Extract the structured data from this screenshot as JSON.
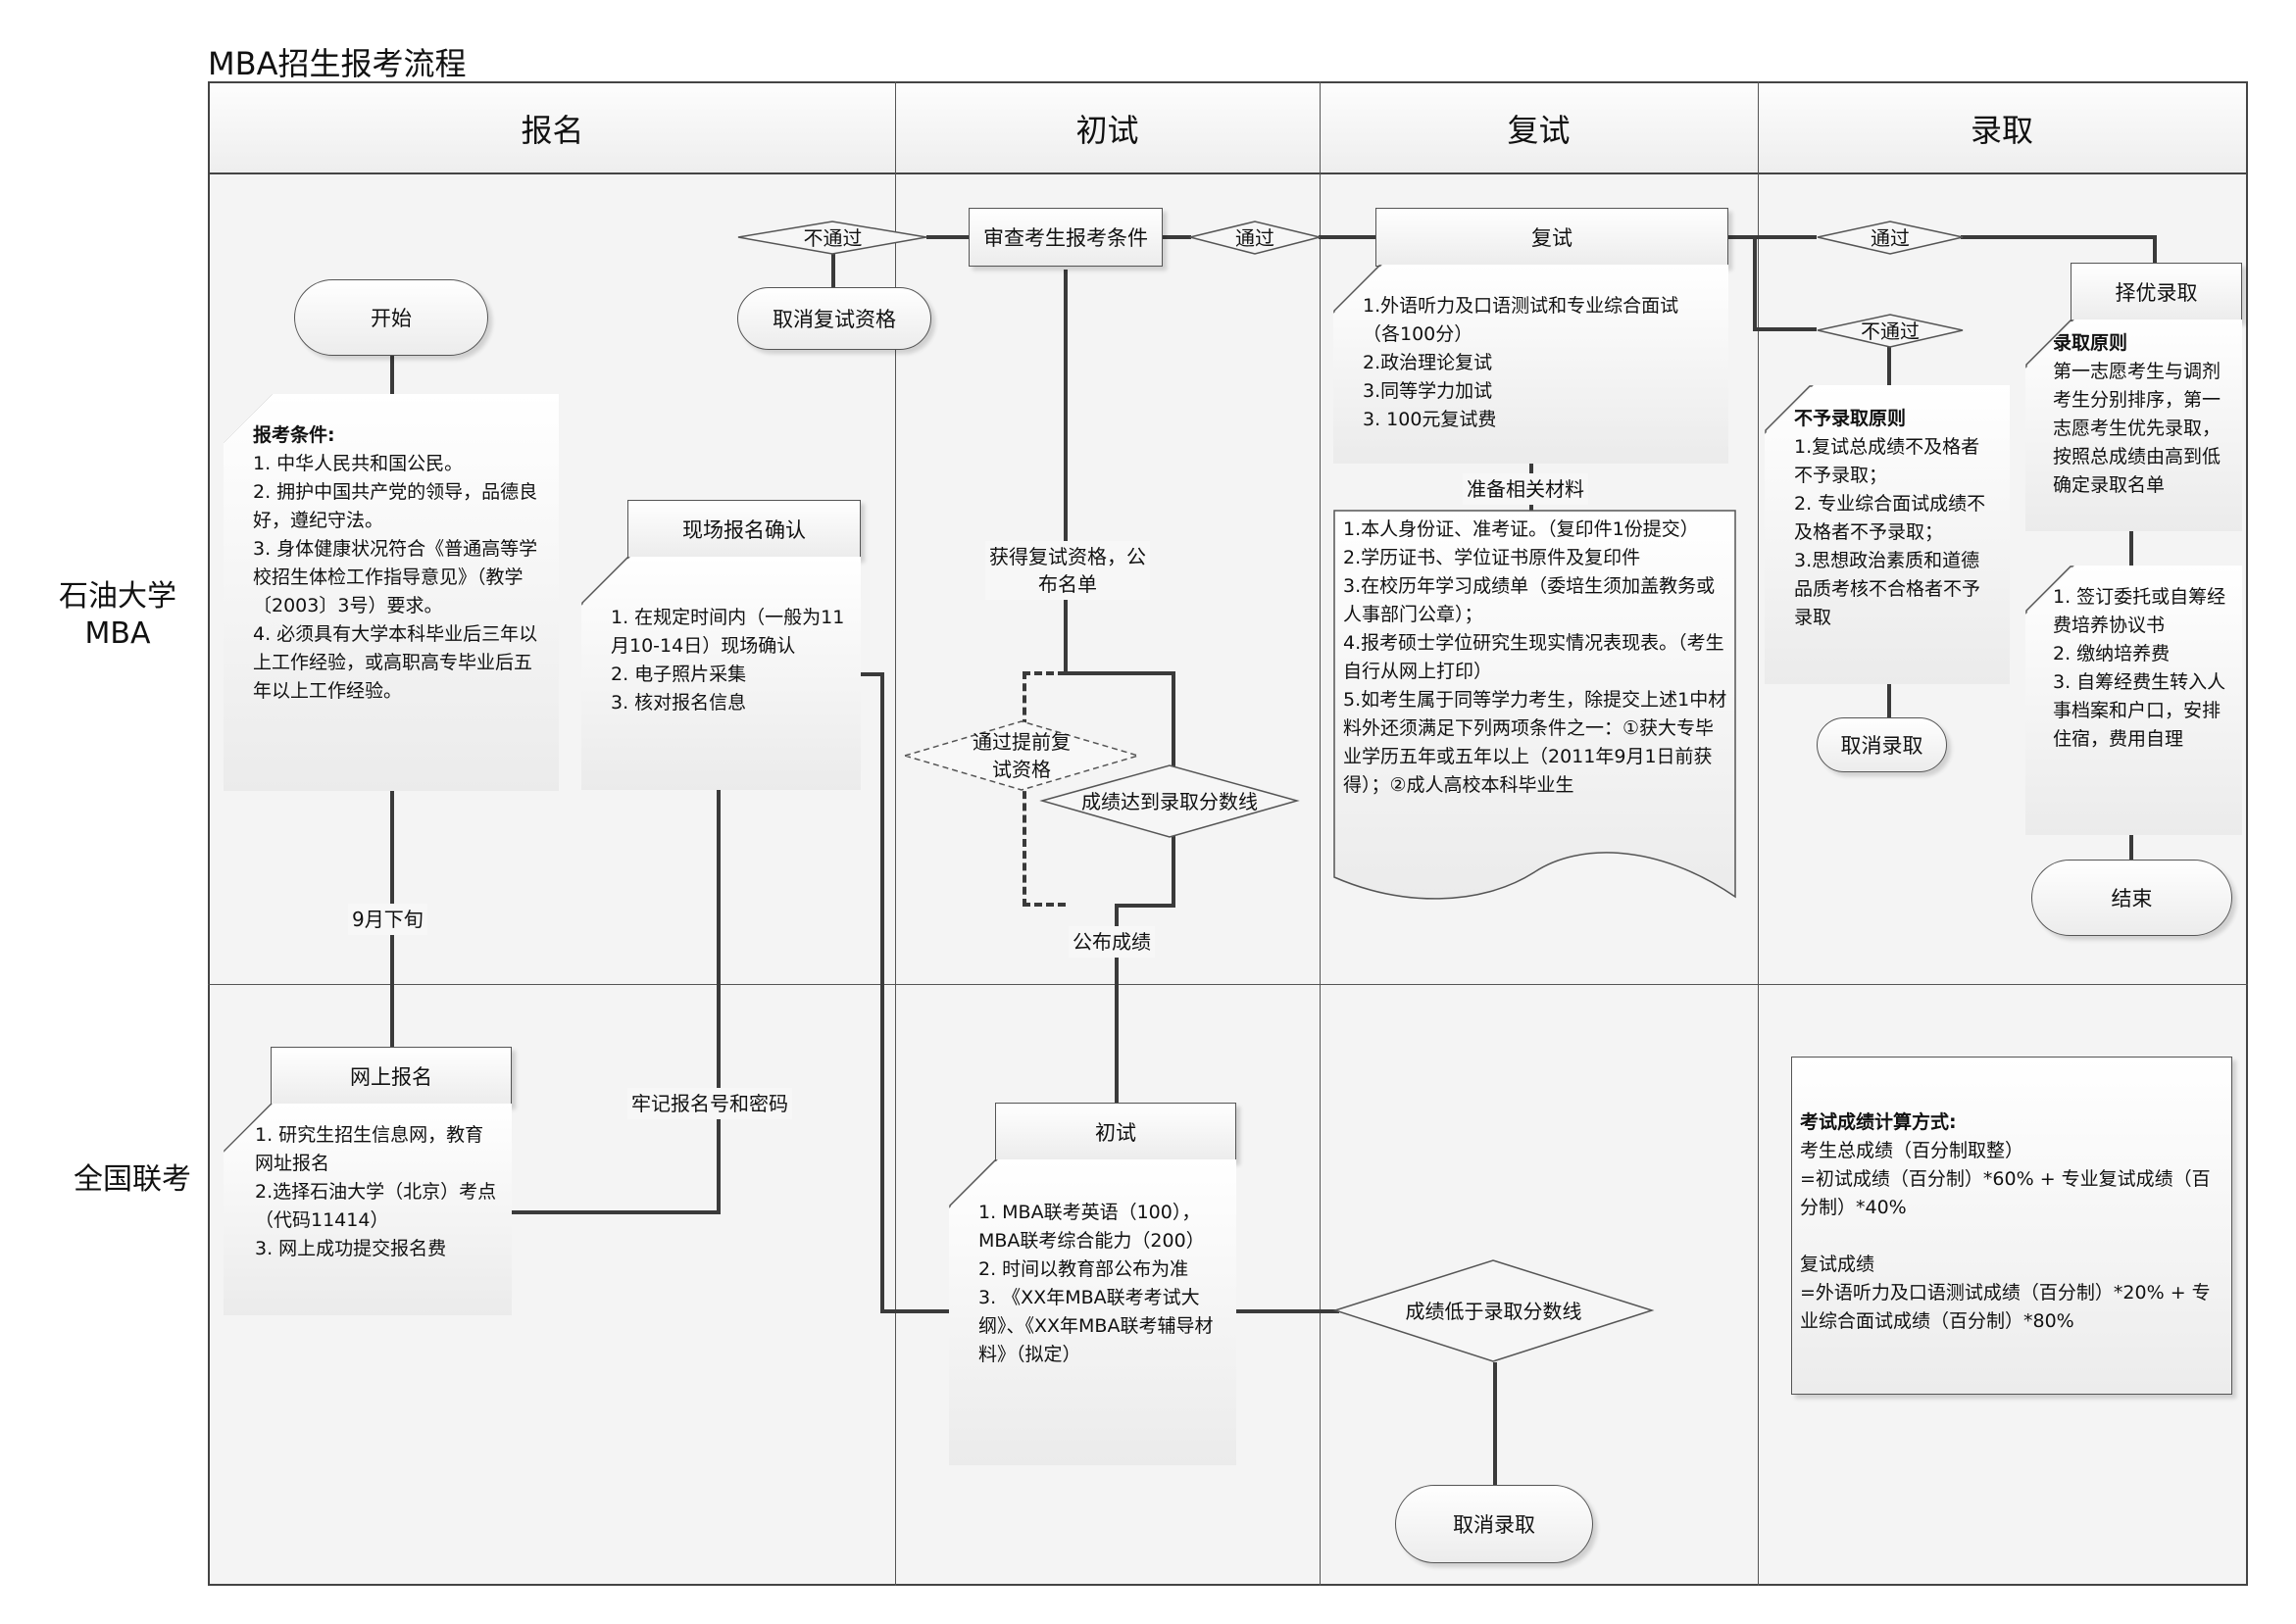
{
  "title": "MBA招生报考流程",
  "columns": [
    "报名",
    "初试",
    "复试",
    "录取"
  ],
  "lanes": [
    {
      "label_line1": "石油大学",
      "label_line2": "MBA"
    },
    {
      "label_line1": "全国联考",
      "label_line2": ""
    }
  ],
  "nodes": {
    "start": "开始",
    "conditions": {
      "heading": "报考条件:",
      "lines": [
        "1. 中华人民共和国公民。",
        "2. 拥护中国共产党的领导，品德良好，遵纪守法。",
        "3. 身体健康状况符合《普通高等学校招生体检工作指导意见》（教学〔2003〕3号）要求。",
        "4. 必须具有大学本科毕业后三年以上工作经验，或高职高专毕业后五年以上工作经验。"
      ]
    },
    "late_sept": "9月下旬",
    "online_reg": {
      "title": "网上报名",
      "lines": [
        "1. 研究生招生信息网，教育网址报名",
        "2.选择石油大学（北京）考点（代码11414）",
        "3. 网上成功提交报名费"
      ]
    },
    "remember_pw": "牢记报名号和密码",
    "onsite_confirm": {
      "title": "现场报名确认",
      "lines": [
        "1. 在规定时间内（一般为11月10-14日）现场确认",
        "2. 电子照片采集",
        "3. 核对报名信息"
      ]
    },
    "review_conditions": "审查考生报考条件",
    "fail_1": "不通过",
    "pass_1": "通过",
    "cancel_retest": "取消复试资格",
    "get_retest": "获得复试资格，公布名单",
    "early_retest": "通过提前复试资格",
    "reach_line": "成绩达到录取分数线",
    "publish_scores": "公布成绩",
    "initial_exam": {
      "title": "初试",
      "lines": [
        "1. MBA联考英语（100），MBA联考综合能力（200）",
        "2. 时间以教育部公布为准",
        "3. 《XX年MBA联考考试大纲》、《XX年MBA联考辅导材料》（拟定）"
      ]
    },
    "below_line": "成绩低于录取分数线",
    "cancel_admit_2": "取消录取",
    "retest": {
      "title": "复试",
      "lines": [
        "1.外语听力及口语测试和专业综合面试（各100分）",
        "2.政治理论复试",
        "3.同等学力加试",
        "3. 100元复试费"
      ]
    },
    "prepare_materials": "准备相关材料",
    "materials": [
      "1.本人身份证、准考证。（复印件1份提交）",
      "2.学历证书、学位证书原件及复印件",
      "3.在校历年学习成绩单（委培生须加盖教务或人事部门公章）；",
      "4.报考硕士学位研究生现实情况表现表。（考生自行从网上打印）",
      "5.如考生属于同等学力考生，除提交上述1中材料外还须满足下列两项条件之一：①获大专毕业学历五年或五年以上（2011年9月1日前获得）；②成人高校本科毕业生"
    ],
    "pass_2": "通过",
    "fail_2": "不通过",
    "reject_rules": {
      "heading": "不予录取原则",
      "lines": [
        "1.复试总成绩不及格者不予录取；",
        "2. 专业综合面试成绩不及格者不予录取；",
        "3.思想政治素质和道德品质考核不合格者不予录取"
      ]
    },
    "cancel_admit_1": "取消录取",
    "select_best": {
      "title": "择优录取",
      "heading": "录取原则",
      "text": "第一志愿考生与调剂考生分别排序，第一志愿考生优先录取，按照总成绩由高到低确定录取名单"
    },
    "after_admit": [
      "1. 签订委托或自筹经费培养协议书",
      "2. 缴纳培养费",
      "3. 自筹经费生转入人事档案和户口，安排住宿，费用自理"
    ],
    "end": "结束",
    "score_calc": {
      "heading": "考试成绩计算方式:",
      "lines": [
        "考生总成绩（百分制取整）",
        "=初试成绩（百分制）*60% + 专业复试成绩（百分制）*40%",
        "",
        "复试成绩",
        "=外语听力及口语测试成绩（百分制）*20% + 专业综合面试成绩（百分制）*80%"
      ]
    }
  }
}
